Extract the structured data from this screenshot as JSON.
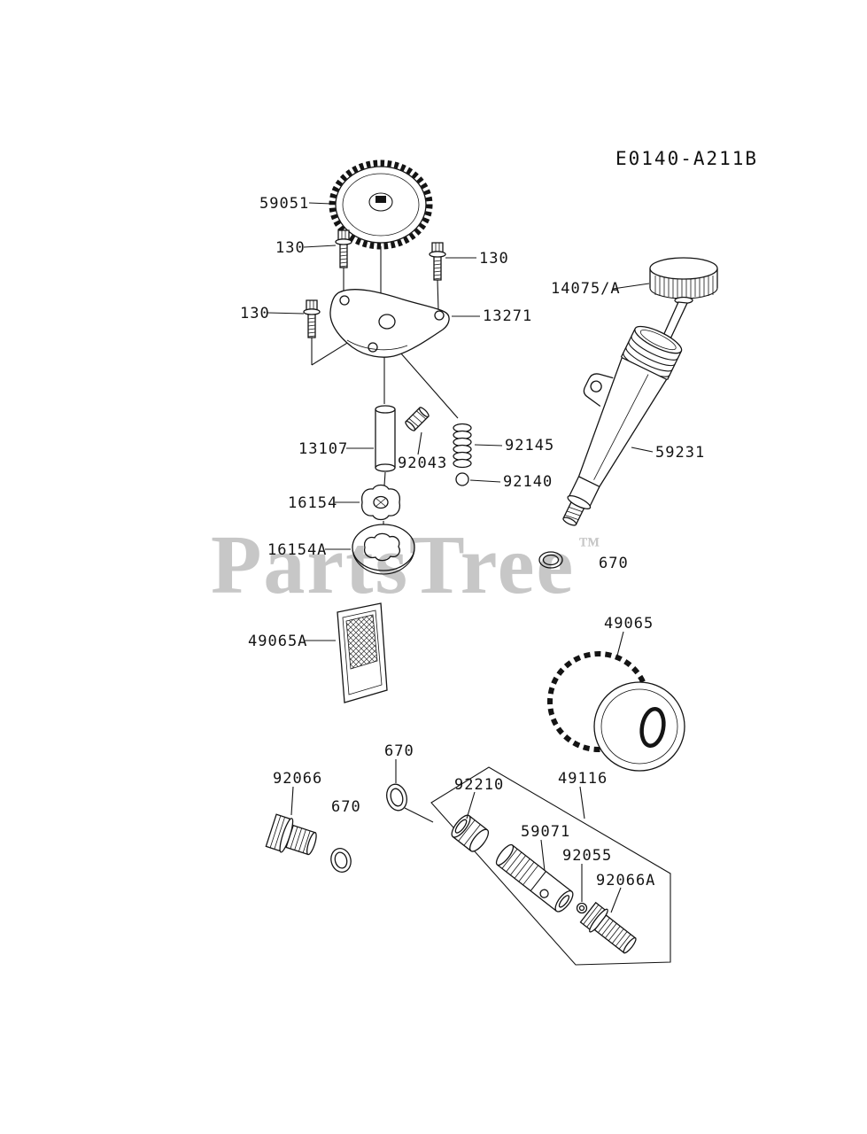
{
  "header": {
    "diagram_code": "E0140-A211B"
  },
  "watermark": {
    "text": "PartsTree",
    "tm": "™",
    "color": "#c7c7c7"
  },
  "labels": {
    "gear": "59051",
    "bolt_top": "130",
    "bolt_right": "130",
    "bolt_left": "130",
    "plate": "13271",
    "filler_cap": "14075/A",
    "shaft_pin": "13107",
    "dowel_pin": "92043",
    "spring": "92145",
    "steel_ball": "92140",
    "filler_tube": "59231",
    "rotor_inner": "16154",
    "rotor_outer": "16154A",
    "oring_tube": "670",
    "screen": "49065A",
    "oil_filter": "49065",
    "plug": "92066",
    "oring_mid": "670",
    "oring_left": "670",
    "bushing": "92210",
    "valve_assembly": "49116",
    "relief_valve": "59071",
    "oring_small": "92055",
    "plug_a": "92066A"
  }
}
